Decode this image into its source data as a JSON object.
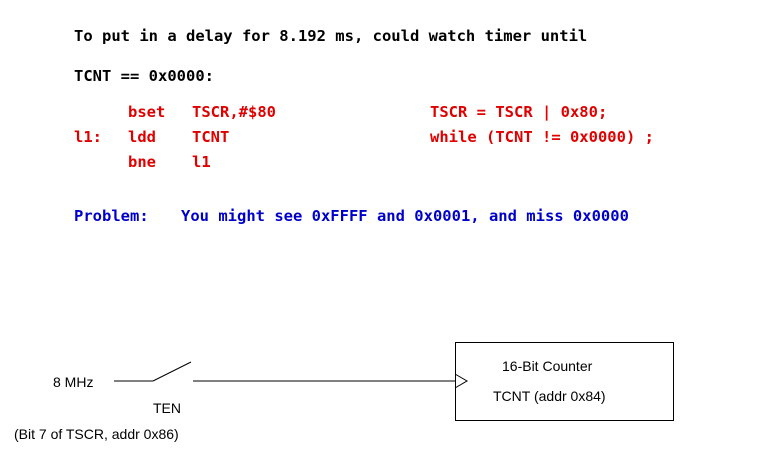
{
  "text": {
    "line1": "To put in a delay for 8.192 ms, could watch timer until",
    "line2": "TCNT == 0x0000:"
  },
  "code": {
    "asm": [
      {
        "label": "",
        "op": "bset",
        "args": "TSCR,#$80"
      },
      {
        "label": "l1:",
        "op": "ldd",
        "args": "TCNT"
      },
      {
        "label": "",
        "op": "bne",
        "args": "l1"
      }
    ],
    "c": [
      "TSCR = TSCR | 0x80;",
      "while (TCNT != 0x0000) ;"
    ],
    "color": "#e00000"
  },
  "problem": {
    "label": "Problem:",
    "text": "You might see 0xFFFF and 0x0001, and miss 0x0000",
    "color": "#0000cc"
  },
  "diagram": {
    "clock_label": "8 MHz",
    "switch_label": "TEN",
    "switch_note": "(Bit 7 of TSCR, addr 0x86)",
    "counter_title": "16-Bit Counter",
    "counter_reg": "TCNT (addr 0x84)"
  }
}
